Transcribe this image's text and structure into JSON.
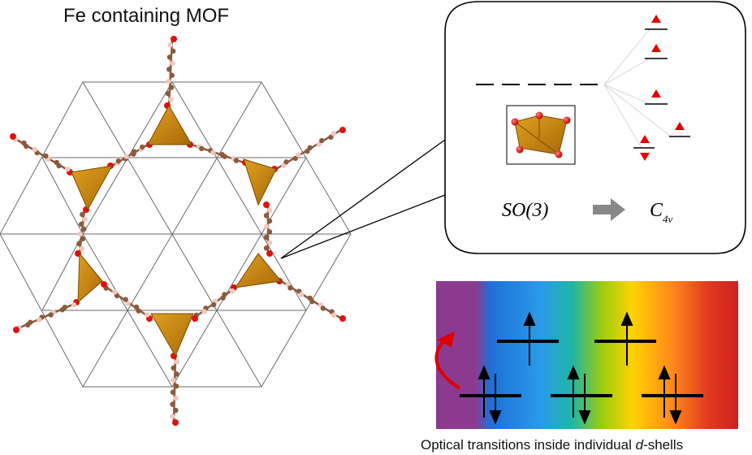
{
  "title": "Fe containing MOF",
  "caption": {
    "prefix": "Optical transitions inside individual ",
    "italic": "d",
    "suffix": "-shells"
  },
  "symmetry": {
    "from": "SO(3)",
    "to_main": "C",
    "to_sub": "4v"
  },
  "colors": {
    "bond": "#8b5a3c",
    "oxygen": "#e01010",
    "hydrogen": "#f0c8c0",
    "tetrahedron": "#c8860a",
    "arrow_red": "#e00000",
    "arrow_grey": "#808080"
  },
  "spectrum_colors": [
    "#8b3a8f",
    "#2a7fd4",
    "#1fb5a4",
    "#b8d400",
    "#ffd200",
    "#ff8a1a",
    "#d82020"
  ],
  "icons": {
    "tetrahedron": "fe-oxygen-tetrahedron-icon",
    "transition_arrow": "curved-red-arrow-icon",
    "symmetry_arrow": "grey-block-arrow-icon"
  }
}
